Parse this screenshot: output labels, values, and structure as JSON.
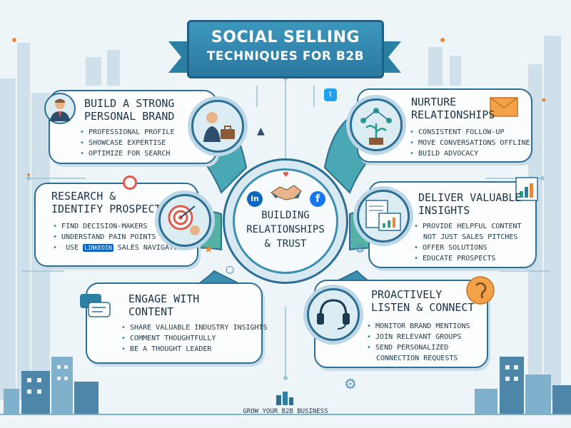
{
  "title": {
    "line1": "SOCIAL SELLING",
    "line2": "TECHNIQUES FOR B2B"
  },
  "center": {
    "line1": "BUILDING",
    "line2": "RELATIONSHIPS",
    "line3": "& TRUST"
  },
  "cards": {
    "brand": {
      "title1": "BUILD A STRONG",
      "title2": "PERSONAL BRAND",
      "bullets": [
        "PROFESSIONAL PROFILE",
        "SHOWCASE EXPERTISE",
        "OPTIMIZE FOR SEARCH"
      ]
    },
    "research": {
      "title1": "RESEARCH &",
      "title2": "IDENTIFY PROSPECTS",
      "bullets": [
        "FIND DECISION-MAKERS",
        "UNDERSTAND PAIN POINTS"
      ],
      "last_prefix": "USE",
      "last_badge": "Linked",
      "last_badge2": "in",
      "last_suffix": "SALES NAVIGATOR"
    },
    "engage": {
      "title1": "ENGAGE WITH",
      "title2": "CONTENT",
      "bullets": [
        "SHARE VALUABLE INDUSTRY INSIGHTS",
        "COMMENT THOUGHTFULLY",
        "BE A THOUGHT LEADER"
      ]
    },
    "nurture": {
      "title1": "NURTURE",
      "title2": "RELATIONSHIPS",
      "bullets": [
        "CONSISTENT FOLLOW-UP",
        "MOVE CONVERSATIONS OFFLINE",
        "BUILD ADVOCACY"
      ]
    },
    "deliver": {
      "title1": "DELIVER VALUABLE",
      "title2": "INSIGHTS",
      "bullets": [
        "PROVIDE HELPFUL CONTENT",
        "NOT JUST SALES PITCHES",
        "OFFER SOLUTIONS",
        "EDUCATE PROSPECTS"
      ]
    },
    "listen": {
      "title1": "PROACTIVELY",
      "title2": "LISTEN & CONNECT",
      "bullets": [
        "MONITOR BRAND MENTIONS",
        "JOIN RELEVANT GROUPS",
        "SEND PERSONALIZED",
        "CONNECTION REQUESTS"
      ]
    }
  },
  "footer": "GROW YOUR B2B BUSINESS",
  "icons": {
    "linkedin": "linkedin-icon",
    "facebook": "facebook-icon",
    "twitter": "twitter-icon",
    "handshake": "handshake-icon",
    "envelope": "envelope-icon",
    "headset": "headset-icon",
    "target": "target-icon",
    "chart": "chart-icon"
  },
  "colors": {
    "primary": "#2c6e94",
    "accent": "#2a9d8f",
    "background": "#eef5f8",
    "orange": "#e8893a"
  }
}
